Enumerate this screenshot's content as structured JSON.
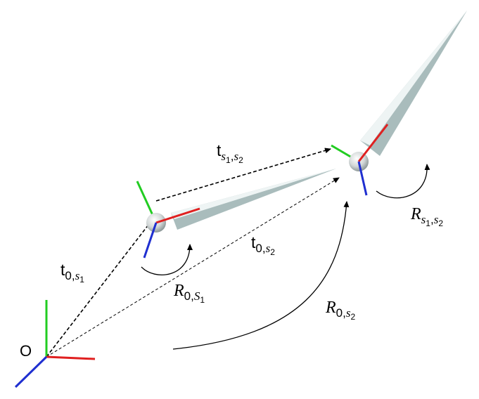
{
  "origin": {
    "label": "O"
  },
  "labels": {
    "t0s1": {
      "main": "t",
      "sub": "0,",
      "subvar": "s",
      "subidx": "1"
    },
    "t0s2": {
      "main": "t",
      "sub": "0,",
      "subvar": "s",
      "subidx": "2"
    },
    "ts1s2": {
      "main": "t",
      "subvar1": "s",
      "subidx1": "1",
      "comma": ",",
      "subvar2": "s",
      "subidx2": "2"
    },
    "R0s1": {
      "main": "R",
      "sub": "0,",
      "subvar": "S",
      "subidx": "1"
    },
    "R0s2": {
      "main": "R",
      "sub": "0,",
      "subvar": "s",
      "subidx": "2"
    },
    "Rs1s2": {
      "main": "R",
      "subvar1": "s",
      "subidx1": "1",
      "comma": ",",
      "subvar2": "s",
      "subidx2": "2"
    }
  },
  "colors": {
    "axis_x": "#e02020",
    "axis_y": "#22cc22",
    "axis_z": "#1f2fd0",
    "arrow": "#000000",
    "bone_light": "#e8f0f0",
    "bone_dark": "#a9bcbc",
    "joint": "#d8dcdc"
  },
  "icons": {
    "rotation_arrow": "curved-arrow-icon",
    "joint": "sphere-joint-icon"
  }
}
